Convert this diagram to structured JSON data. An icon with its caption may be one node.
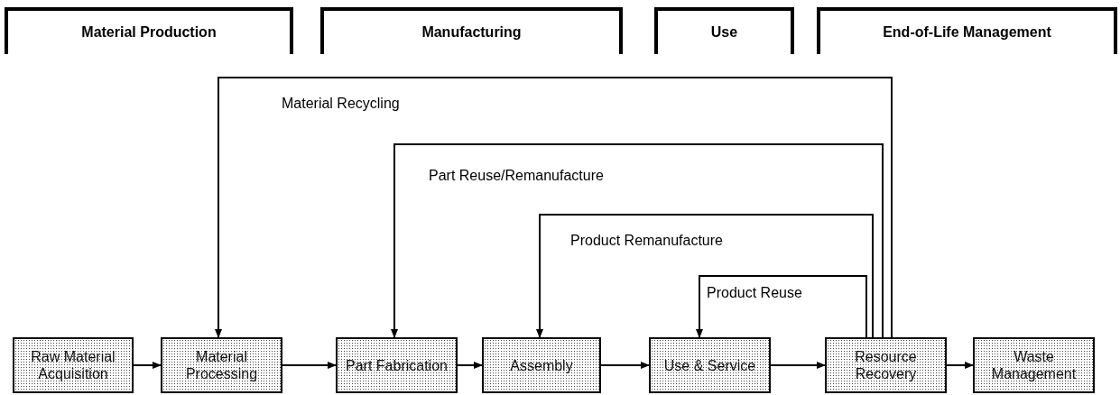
{
  "diagram": {
    "nodes": [
      {
        "text": [
          "Material Production"
        ]
      },
      {
        "text": [
          "Manufacturing"
        ]
      },
      {
        "text": [
          "Use"
        ]
      },
      {
        "text": [
          "End-of-Life Management"
        ]
      },
      {
        "text": [
          "Raw Material Acquisition"
        ]
      },
      {
        "text": [
          "Material Processing"
        ]
      },
      {
        "text": [
          "Part Fabrication"
        ]
      },
      {
        "text": [
          "Assembly"
        ]
      },
      {
        "text": [
          "Use & Service"
        ]
      },
      {
        "text": [
          "Resource Recovery"
        ]
      },
      {
        "text": [
          "Waste Management"
        ]
      }
    ],
    "edges": [
      {
        "from": 4,
        "to": 5,
        "arrow": "to"
      },
      {
        "from": 5,
        "to": 6,
        "arrow": "to"
      },
      {
        "from": 6,
        "to": 7,
        "arrow": "to"
      },
      {
        "from": 7,
        "to": 8,
        "arrow": "to"
      },
      {
        "from": 8,
        "to": 9,
        "arrow": "to"
      },
      {
        "from": 9,
        "to": 10,
        "arrow": "to"
      },
      {
        "from": 9,
        "to": 5,
        "arrow": "to",
        "label": "Material Recycling"
      },
      {
        "from": 9,
        "to": 6,
        "arrow": "to",
        "label": "Part Reuse/Remanufacture"
      },
      {
        "from": 9,
        "to": 7,
        "arrow": "to",
        "label": "Product Remanufacture"
      },
      {
        "from": 9,
        "to": 8,
        "arrow": "to",
        "label": "Product Reuse"
      }
    ]
  }
}
